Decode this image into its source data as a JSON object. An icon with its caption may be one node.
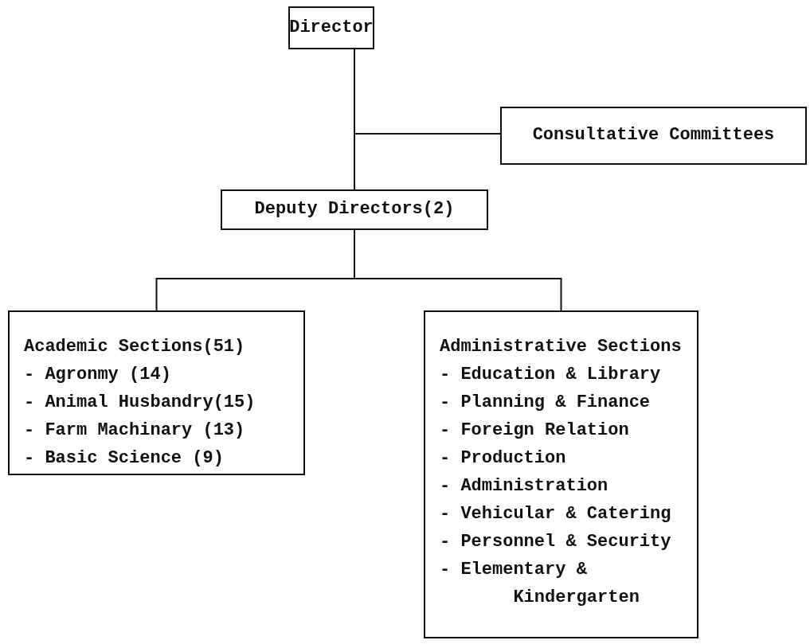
{
  "diagram": {
    "nodes": [
      {
        "text": [
          "Director"
        ]
      },
      {
        "text": [
          "Consultative Committees"
        ]
      },
      {
        "text": [
          "Deputy Directors(2)"
        ]
      },
      {
        "text": [
          "Academic Sections(51)",
          "- Agronmy (14)",
          "- Animal Husbandry(15)",
          "- Farm Machinary (13)",
          "- Basic Science (9)"
        ]
      },
      {
        "text": [
          "Administrative Sections",
          "- Education & Library",
          "- Planning & Finance",
          "- Foreign Relation",
          "- Production",
          "- Administration",
          "- Vehicular & Catering",
          "- Personnel & Security",
          "- Elementary & Kindergarten"
        ]
      }
    ],
    "edges": [
      {
        "from": 0,
        "to": 2,
        "arrow": "none"
      },
      {
        "from": 0,
        "to": 1,
        "arrow": "none"
      },
      {
        "from": 2,
        "to": 3,
        "arrow": "none"
      },
      {
        "from": 2,
        "to": 4,
        "arrow": "none"
      }
    ]
  }
}
